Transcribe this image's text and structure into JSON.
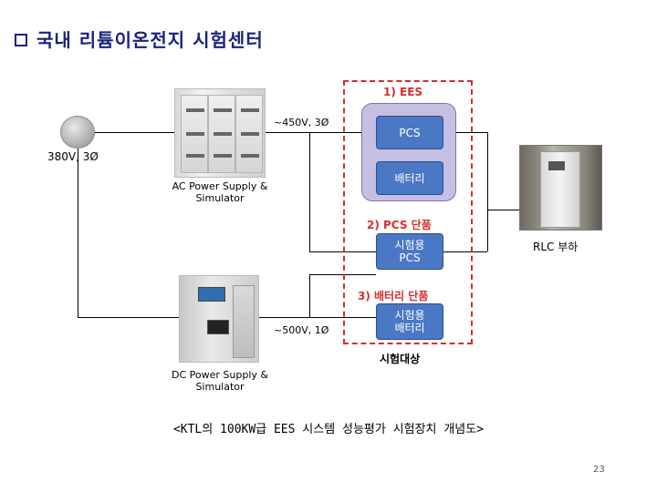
{
  "slide": {
    "title": "국내 리튬이온전지 시험센터",
    "caption": "<KTL의 100KW급 EES 시스템 성능평가 시험장치 개념도>",
    "page_number": "23"
  },
  "diagram": {
    "source_label": "380V, 3Ø",
    "ac_supply_label_line1": "AC Power Supply &",
    "ac_supply_label_line2": "Simulator",
    "dc_supply_label_line1": "DC Power Supply &",
    "dc_supply_label_line2": "Simulator",
    "ac_voltage": "~450V, 3Ø",
    "dc_voltage": "~500V, 1Ø",
    "ees_title": "1) EES",
    "pcs": "PCS",
    "battery": "배터리",
    "pcs_unit_title": "2) PCS 단품",
    "test_pcs_line1": "시험용",
    "test_pcs_line2": "PCS",
    "battery_unit_title": "3) 배터리 단품",
    "test_bat_line1": "시험용",
    "test_bat_line2": "배터리",
    "target_label": "시험대상",
    "rlc_label": "RLC 부하"
  },
  "colors": {
    "title": "#1a237e",
    "highlight_red": "#d32f2f",
    "ees_fill": "#c6bfe4",
    "component_blue": "#4a78c4"
  }
}
